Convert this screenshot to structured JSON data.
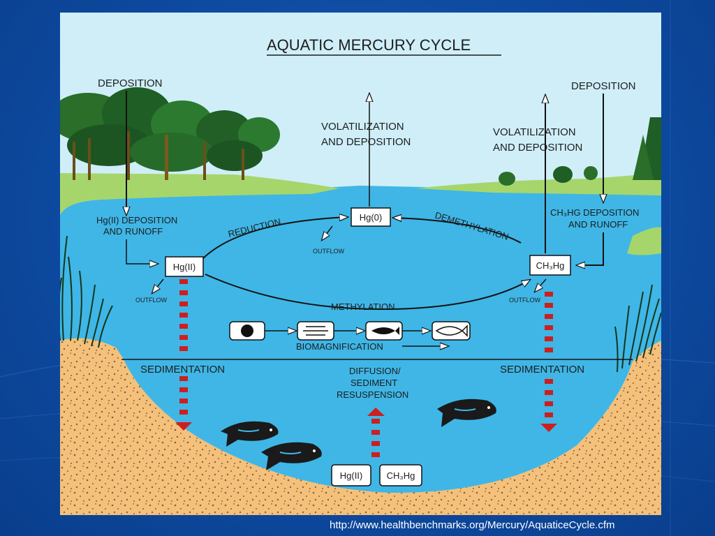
{
  "title": "AQUATIC MERCURY CYCLE",
  "labels": {
    "deposition_left": "DEPOSITION",
    "deposition_right": "DEPOSITION",
    "volatilization_center": [
      "VOLATILIZATION",
      "AND DEPOSITION"
    ],
    "volatilization_right": [
      "VOLATILIZATION",
      "AND DEPOSITION"
    ],
    "hg2_deposition": [
      "Hg(II) DEPOSITION",
      "AND RUNOFF"
    ],
    "ch3hg_deposition": [
      "CH₃HG DEPOSITION",
      "AND RUNOFF"
    ],
    "reduction": "REDUCTION",
    "demethylation": "DEMETHYLATION",
    "methylation": "METHYLATION",
    "biomagnification": "BIOMAGNIFICATION",
    "sedimentation_left": "SEDIMENTATION",
    "sedimentation_right": "SEDIMENTATION",
    "diffusion": [
      "DIFFUSION/",
      "SEDIMENT",
      "RESUSPENSION"
    ],
    "outflow_center": "OUTFLOW",
    "outflow_left": "OUTFLOW",
    "outflow_right": "OUTFLOW"
  },
  "boxes": {
    "hg0": "Hg(0)",
    "hg2": "Hg(II)",
    "ch3hg": "CH₃Hg",
    "sediment_hg2": "Hg(II)",
    "sediment_ch3hg": "CH₃Hg"
  },
  "source_url": "http://www.healthbenchmarks.org/Mercury/AquaticeCycle.cfm",
  "colors": {
    "slide_background": "#0d4aa0",
    "sky": "#cfeef8",
    "water": "#3fb6e6",
    "sediment": "#f5c07a",
    "sedimentation_arrow": "#cc1f1f"
  }
}
